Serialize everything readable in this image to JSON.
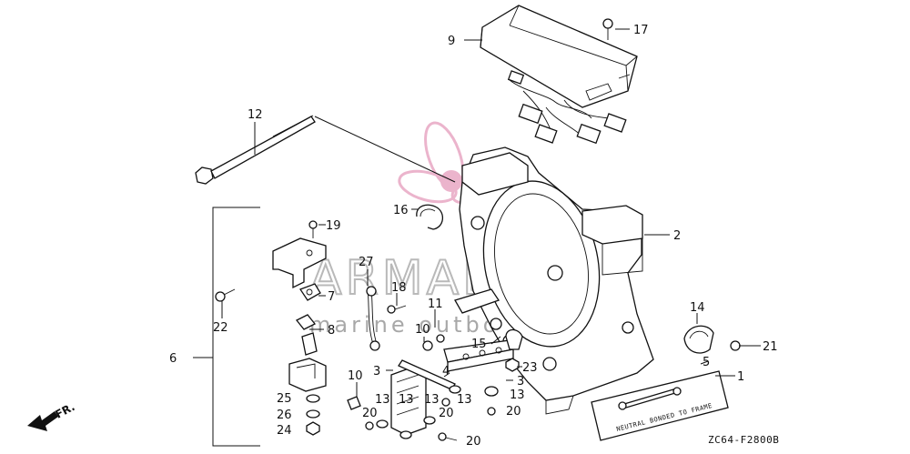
{
  "watermark": {
    "brand": "ARMADA",
    "tagline": "marine outboards"
  },
  "drawing_code": "ZC64-F2800B",
  "direction_label": "FR.",
  "callouts": {
    "c1": "1",
    "c2": "2",
    "c3a": "3",
    "c3b": "3",
    "c4": "4",
    "c5": "5",
    "c6": "6",
    "c7": "7",
    "c8": "8",
    "c9": "9",
    "c10a": "10",
    "c10b": "10",
    "c11": "11",
    "c12": "12",
    "c13a": "13",
    "c13b": "13",
    "c13c": "13",
    "c13d": "13",
    "c13e": "13",
    "c14": "14",
    "c15": "15",
    "c16": "16",
    "c17": "17",
    "c18": "18",
    "c19": "19",
    "c20a": "20",
    "c20b": "20",
    "c20c": "20",
    "c20d": "20",
    "c21": "21",
    "c22": "22",
    "c23": "23",
    "c24": "24",
    "c25": "25",
    "c26": "26",
    "c27": "27"
  },
  "decal_text": "NEUTRAL BONDED TO FRAME",
  "colors": {
    "line": "#111111",
    "watermark_gray": "#b9b9b9",
    "watermark_pink": "#e7a2c0"
  }
}
